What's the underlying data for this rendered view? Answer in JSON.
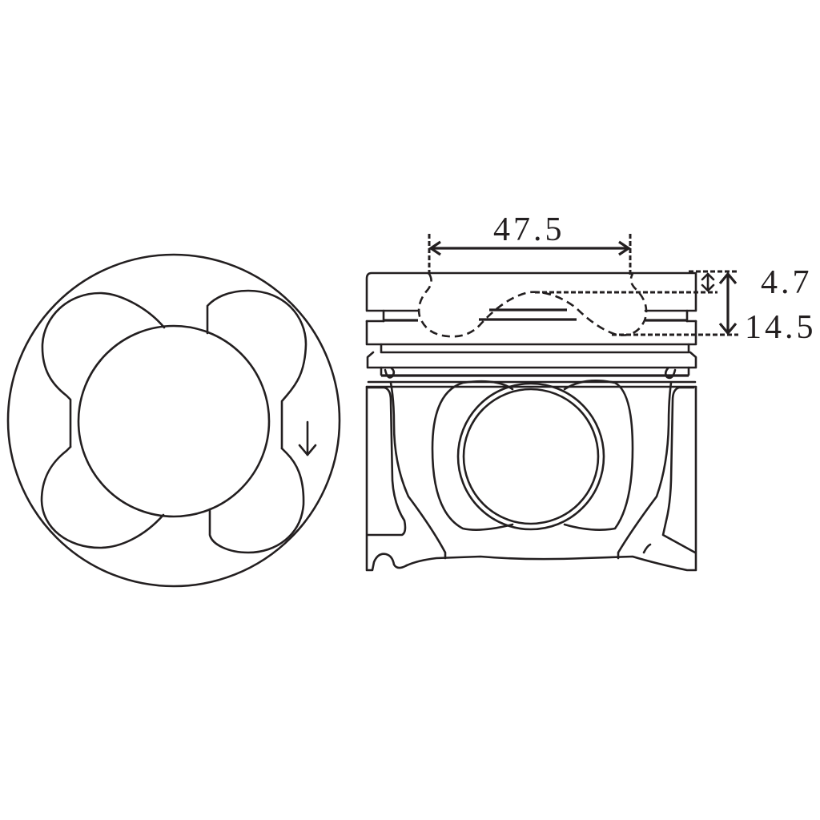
{
  "drawing": {
    "subject": "piston",
    "line_color": "#231f20",
    "background": "#ffffff",
    "views": [
      {
        "name": "top-view",
        "arrow_symbol": "↓"
      },
      {
        "name": "side-view"
      }
    ]
  },
  "dimensions": {
    "bowl_width": {
      "label": "47.5"
    },
    "depth_1": {
      "label": "4.7"
    },
    "depth_2": {
      "label": "14.5"
    }
  }
}
